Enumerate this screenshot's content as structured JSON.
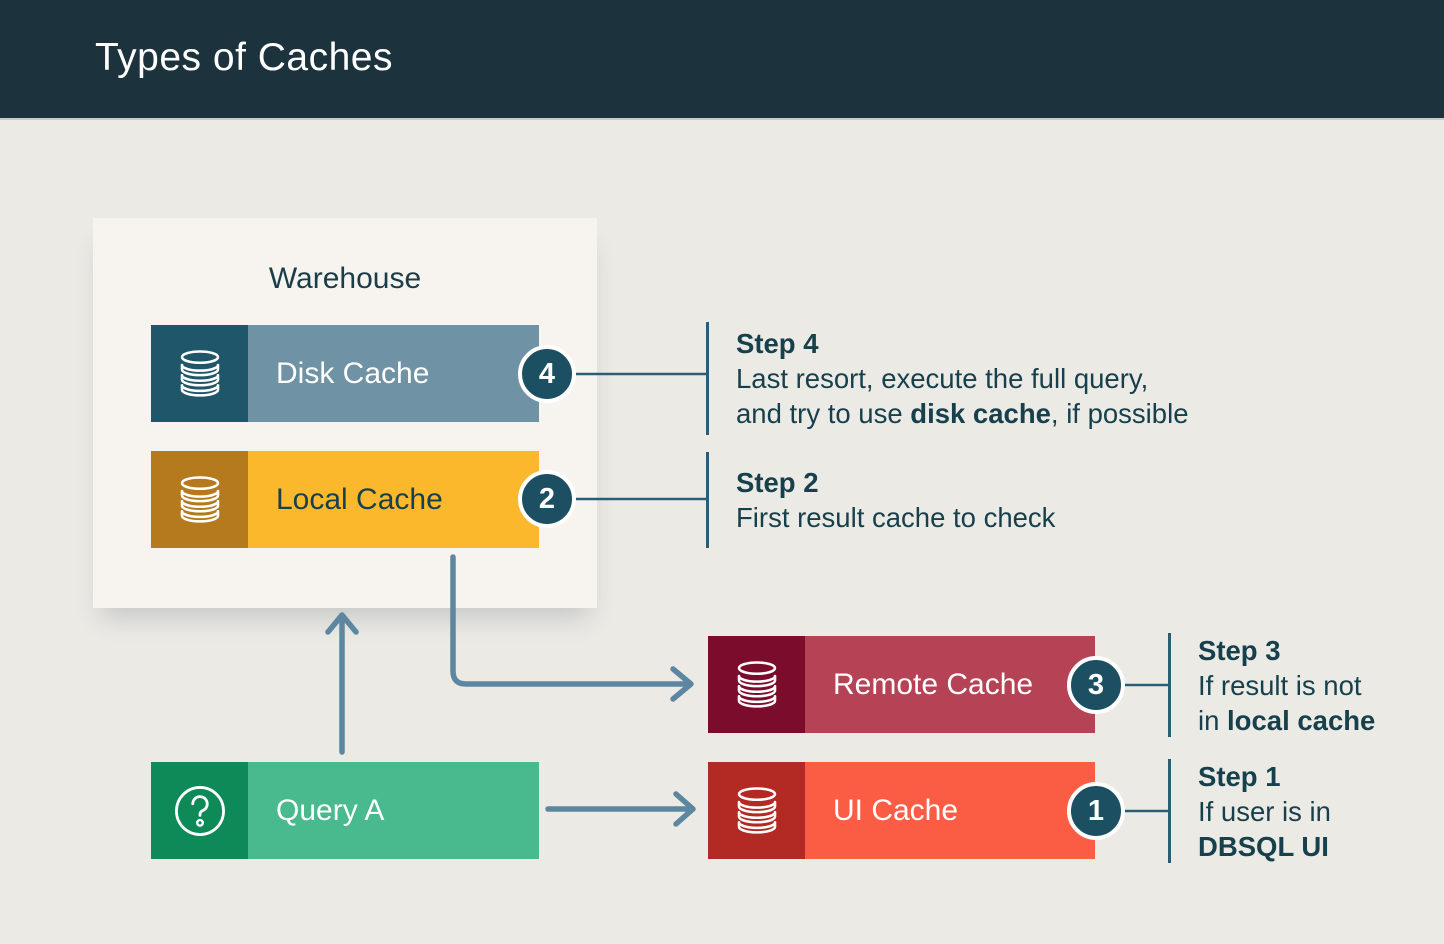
{
  "header": {
    "title": "Types of Caches"
  },
  "warehouse": {
    "label": "Warehouse"
  },
  "cards": {
    "disk": {
      "label": "Disk Cache",
      "badge": "4",
      "icon": "database-icon"
    },
    "local": {
      "label": "Local Cache",
      "badge": "2",
      "icon": "database-icon"
    },
    "remote": {
      "label": "Remote Cache",
      "badge": "3",
      "icon": "database-icon"
    },
    "ui": {
      "label": "UI Cache",
      "badge": "1",
      "icon": "database-icon"
    },
    "query": {
      "label": "Query A",
      "icon": "question-mark-icon"
    }
  },
  "steps": {
    "step4": {
      "title": "Step 4",
      "line1": "Last resort, execute the full query,",
      "line2_pre": "and try to use ",
      "line2_bold": "disk cache",
      "line2_post": ", if possible"
    },
    "step2": {
      "title": "Step 2",
      "line1": "First result cache to check"
    },
    "step3": {
      "title": "Step 3",
      "line1": "If result is not",
      "line2_pre": "in ",
      "line2_bold": "local cache",
      "line2_post": ""
    },
    "step1": {
      "title": "Step 1",
      "line1": "If user is in",
      "line2_pre": "",
      "line2_bold": "DBSQL UI",
      "line2_post": ""
    }
  },
  "colors": {
    "header_bg": "#1c323c",
    "canvas_bg": "#eceae5",
    "panel_bg": "#f7f4ef",
    "disk_icon_bg": "#205669",
    "disk_bar": "#6f93a4",
    "local_icon_bg": "#b5791e",
    "local_bar": "#fcb82d",
    "remote_icon_bg": "#7b0c2c",
    "remote_bar": "#b54355",
    "ui_icon_bg": "#b22a23",
    "ui_bar": "#fb5c44",
    "query_icon_bg": "#0e8a58",
    "query_bar": "#49ba8d",
    "badge_bg": "#1d4f63",
    "arrow": "#5d87a0",
    "connector": "#2b5e76",
    "text_dark": "#17404d"
  }
}
